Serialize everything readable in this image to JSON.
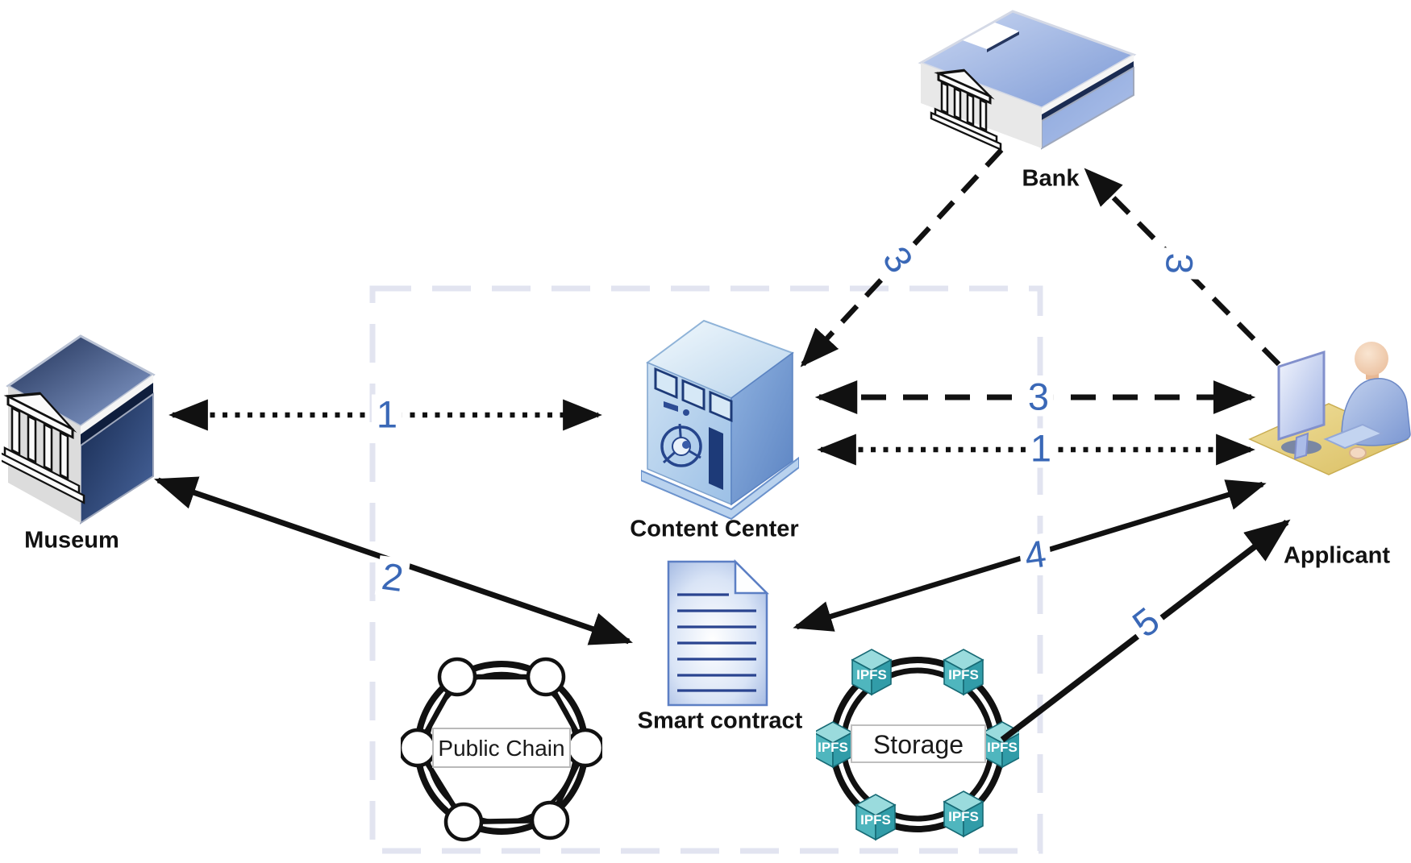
{
  "diagram": {
    "nodes": {
      "museum": {
        "label": "Museum"
      },
      "bank": {
        "label": "Bank"
      },
      "content_center": {
        "label": "Content Center"
      },
      "applicant": {
        "label": "Applicant"
      },
      "smart_contract": {
        "label": "Smart contract"
      },
      "public_chain": {
        "label": "Public Chain"
      },
      "storage": {
        "label": "Storage",
        "peer_label": "IPFS"
      }
    },
    "edges": [
      {
        "from": "Museum",
        "to": "Content Center",
        "label": "1",
        "line": "dotted",
        "arrows": "both"
      },
      {
        "from": "Museum",
        "to": "Smart contract",
        "label": "2",
        "line": "solid",
        "arrows": "both"
      },
      {
        "from": "Bank",
        "to": "Content Center",
        "label": "3",
        "line": "dashed",
        "arrows": "to-content-center"
      },
      {
        "from": "Applicant",
        "to": "Bank",
        "label": "3",
        "line": "dashed",
        "arrows": "to-bank"
      },
      {
        "from": "Content Center",
        "to": "Applicant",
        "label": "3",
        "line": "dashed",
        "arrows": "both"
      },
      {
        "from": "Content Center",
        "to": "Applicant",
        "label": "1",
        "line": "dotted",
        "arrows": "both"
      },
      {
        "from": "Smart contract",
        "to": "Applicant",
        "label": "4",
        "line": "solid",
        "arrows": "both"
      },
      {
        "from": "Storage",
        "to": "Applicant",
        "label": "5",
        "line": "solid",
        "arrows": "to-applicant"
      }
    ],
    "colors": {
      "number_label": "#3A68B7",
      "line_black": "#111111",
      "boundary_dash": "#E2E4F0",
      "building_blue": "#7D9AD6",
      "museum_navy": "#26375F",
      "content_center_blue": "#9FC3E8",
      "ipfs_teal": "#319CA8",
      "desk_tan": "#E3CC7A"
    }
  }
}
